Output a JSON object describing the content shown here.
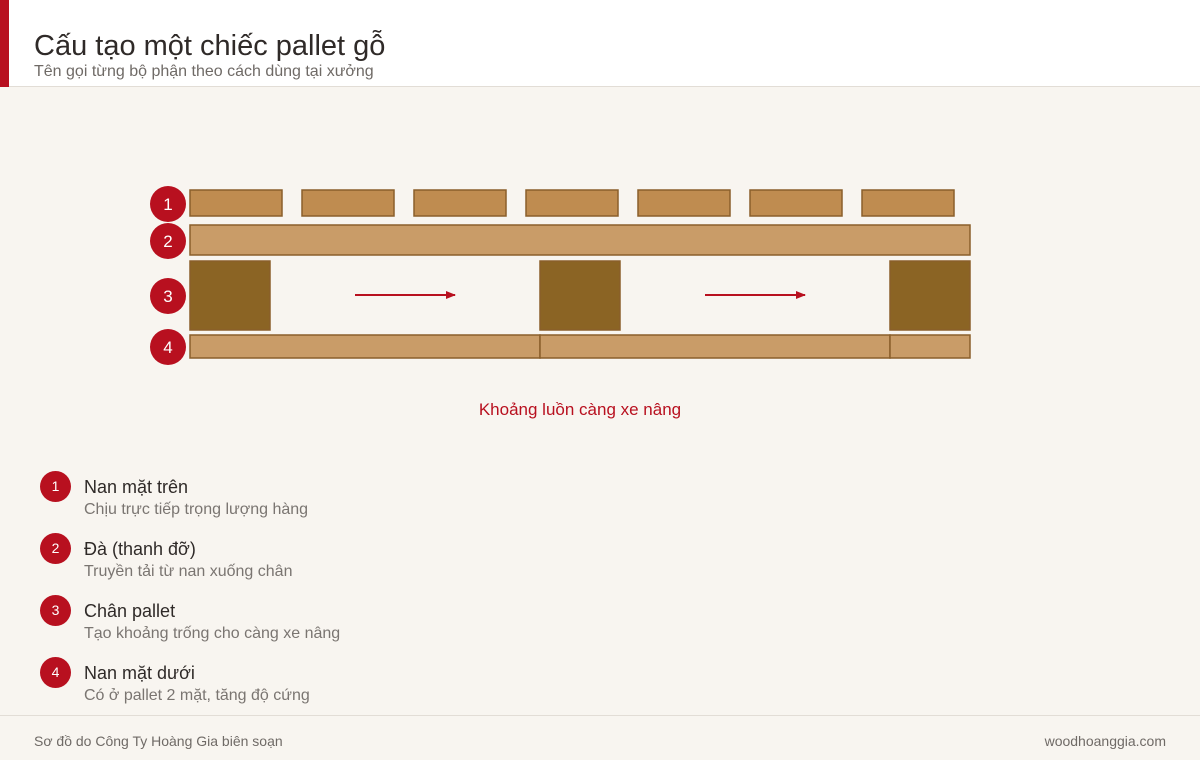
{
  "header": {
    "title": "Cấu tạo một chiếc pallet gỗ",
    "subtitle": "Tên gọi từng bộ phận theo cách dùng tại xưởng"
  },
  "diagram": {
    "part_markers": [
      "1",
      "2",
      "3",
      "4"
    ],
    "top_deck_board_count": 7,
    "block_count": 3,
    "bottom_board_count": 3,
    "forklift_arrow_count": 2,
    "opening_label": "Khoảng luồn càng xe nâng",
    "colors": {
      "top_boards": "#bf8c50",
      "stringer": "#c99c68",
      "blocks": "#8b6424",
      "bottom_boards": "#c99c68",
      "outline": "#8a5f2a",
      "marker": "#b8101f",
      "arrow": "#b8101f",
      "label": "#b8101f"
    }
  },
  "legend": {
    "items": [
      {
        "number": "1",
        "title": "Nan mặt trên",
        "desc": "Chịu trực tiếp trọng lượng hàng"
      },
      {
        "number": "2",
        "title": "Đà (thanh đỡ)",
        "desc": "Truyền tải từ nan xuống chân"
      },
      {
        "number": "3",
        "title": "Chân pallet",
        "desc": "Tạo khoảng trống cho càng xe nâng"
      },
      {
        "number": "4",
        "title": "Nan mặt dưới",
        "desc": "Có ở pallet 2 mặt, tăng độ cứng"
      }
    ]
  },
  "footer": {
    "left": "Sơ đồ do Công Ty Hoàng Gia biên soạn",
    "right": "woodhoanggia.com"
  }
}
